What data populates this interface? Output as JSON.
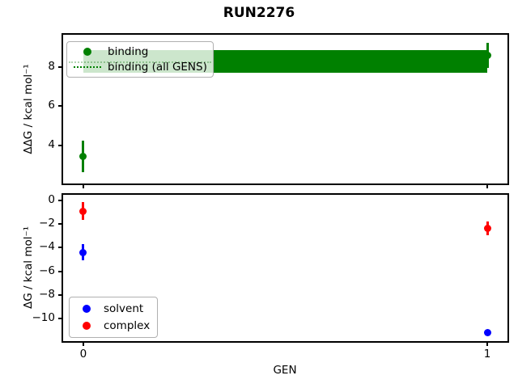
{
  "figure": {
    "title": "RUN2276"
  },
  "chart_data": [
    {
      "type": "scatter",
      "subplot": "top",
      "ylabel": "ΔΔG / kcal mol⁻¹",
      "xlim": [
        -0.05,
        1.05
      ],
      "ylim": [
        2.06,
        9.65
      ],
      "yticks": [
        4,
        6,
        8
      ],
      "yticklabels": [
        "4",
        "6",
        "8"
      ],
      "xticks": [
        0,
        1
      ],
      "xticklabels": [],
      "grid": false,
      "legend_position": "upper-left",
      "series": [
        {
          "name": "binding",
          "type": "scatter-errorbar",
          "marker": "circle",
          "color": "#008000",
          "x": [
            0,
            1
          ],
          "y": [
            3.45,
            8.6
          ],
          "yerr": [
            0.8,
            0.65
          ]
        },
        {
          "name": "binding (all GENS)",
          "type": "hline-band",
          "line_style": "dotted",
          "color": "#008000",
          "mean": 8.28,
          "band": [
            7.7,
            8.87
          ],
          "x_range": [
            0,
            1
          ]
        }
      ]
    },
    {
      "type": "scatter",
      "subplot": "bottom",
      "ylabel": "ΔG / kcal mol⁻¹",
      "xlabel": "GEN",
      "xlim": [
        -0.05,
        1.05
      ],
      "ylim": [
        -11.93,
        0.48
      ],
      "yticks": [
        0,
        -2,
        -4,
        -6,
        -8,
        -10
      ],
      "yticklabels": [
        "0",
        "−2",
        "−4",
        "−6",
        "−8",
        "−10"
      ],
      "xticks": [
        0,
        1
      ],
      "xticklabels": [
        "0",
        "1"
      ],
      "grid": false,
      "legend_position": "lower-left",
      "series": [
        {
          "name": "solvent",
          "type": "scatter-errorbar",
          "marker": "circle",
          "color": "#0000ff",
          "x": [
            0,
            1
          ],
          "y": [
            -4.4,
            -11.2
          ],
          "yerr": [
            0.7,
            0.12
          ]
        },
        {
          "name": "complex",
          "type": "scatter-errorbar",
          "marker": "circle",
          "color": "#ff0000",
          "x": [
            0,
            1
          ],
          "y": [
            -0.9,
            -2.35
          ],
          "yerr": [
            0.75,
            0.6
          ]
        }
      ]
    }
  ]
}
